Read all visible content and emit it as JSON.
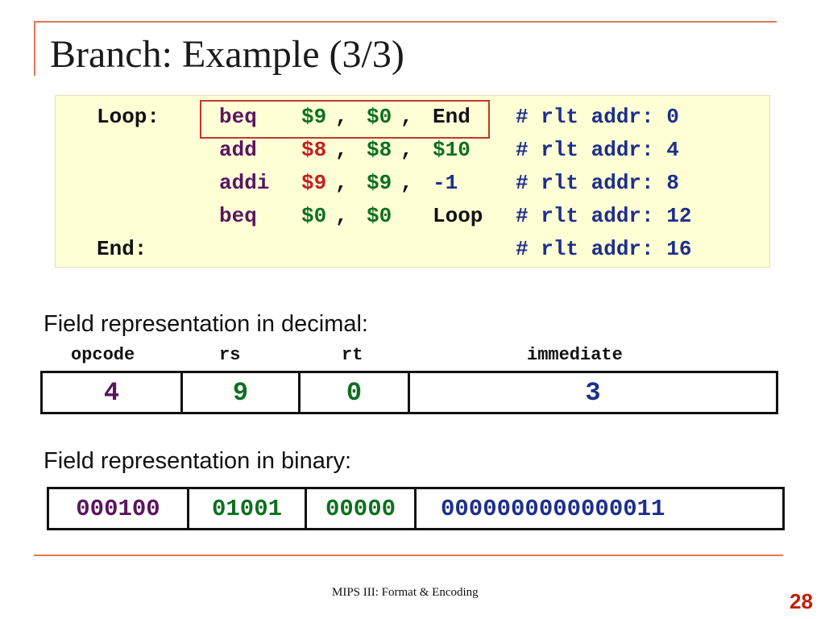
{
  "slide": {
    "title": "Branch: Example (3/3)",
    "footer": "MIPS III: Format & Encoding",
    "page_number": "28"
  },
  "code": {
    "lines": [
      {
        "label": "Loop:",
        "op": "beq",
        "args": [
          {
            "text": "$9",
            "color": "#0d7020"
          },
          {
            "text": ",",
            "color": "#111111"
          },
          {
            "text": "$0",
            "color": "#0d7020"
          },
          {
            "text": ",",
            "color": "#111111"
          },
          {
            "text": "End",
            "color": "#111111"
          }
        ],
        "comment": "# rlt addr: 0"
      },
      {
        "label": "",
        "op": "add",
        "args": [
          {
            "text": "$8",
            "color": "#c42020"
          },
          {
            "text": ",",
            "color": "#111111"
          },
          {
            "text": "$8",
            "color": "#0d7020"
          },
          {
            "text": ",",
            "color": "#111111"
          },
          {
            "text": "$10",
            "color": "#0d7020"
          }
        ],
        "comment": "# rlt addr: 4"
      },
      {
        "label": "",
        "op": "addi",
        "args": [
          {
            "text": "$9",
            "color": "#c42020"
          },
          {
            "text": ",",
            "color": "#111111"
          },
          {
            "text": "$9",
            "color": "#0d7020"
          },
          {
            "text": ",",
            "color": "#111111"
          },
          {
            "text": "-1",
            "color": "#1d2f8a"
          }
        ],
        "comment": "# rlt addr: 8"
      },
      {
        "label": "",
        "op": "beq",
        "args": [
          {
            "text": "$0",
            "color": "#0d7020"
          },
          {
            "text": ",",
            "color": "#111111"
          },
          {
            "text": "$0",
            "color": "#0d7020"
          },
          {
            "text": "",
            "color": "#111111"
          },
          {
            "text": "Loop",
            "color": "#111111"
          }
        ],
        "comment": "# rlt addr: 12"
      },
      {
        "label": "End:",
        "op": "",
        "args": [
          {
            "text": "",
            "color": "#111111"
          },
          {
            "text": "",
            "color": "#111111"
          },
          {
            "text": "",
            "color": "#111111"
          },
          {
            "text": "",
            "color": "#111111"
          },
          {
            "text": "",
            "color": "#111111"
          }
        ],
        "comment": "# rlt addr: 16"
      }
    ]
  },
  "decimal": {
    "caption": "Field representation in decimal:",
    "headers": [
      "opcode",
      "rs",
      "rt",
      "immediate"
    ],
    "values": [
      {
        "text": "4",
        "color": "#5a1560"
      },
      {
        "text": "9",
        "color": "#0d7020"
      },
      {
        "text": "0",
        "color": "#0d7020"
      },
      {
        "text": "3",
        "color": "#1d2f8a"
      }
    ]
  },
  "binary": {
    "caption": "Field representation in binary:",
    "values": [
      {
        "text": "000100",
        "color": "#5a1560"
      },
      {
        "text": "01001",
        "color": "#0d7020"
      },
      {
        "text": "00000",
        "color": "#0d7020"
      },
      {
        "text": "0000000000000011",
        "color": "#1d2f8a"
      }
    ]
  },
  "colors": {
    "accent_rule": "#e07a50",
    "highlight_border": "#c0392b",
    "code_background": "#ffffd6",
    "page_number": "#cc1a00"
  }
}
